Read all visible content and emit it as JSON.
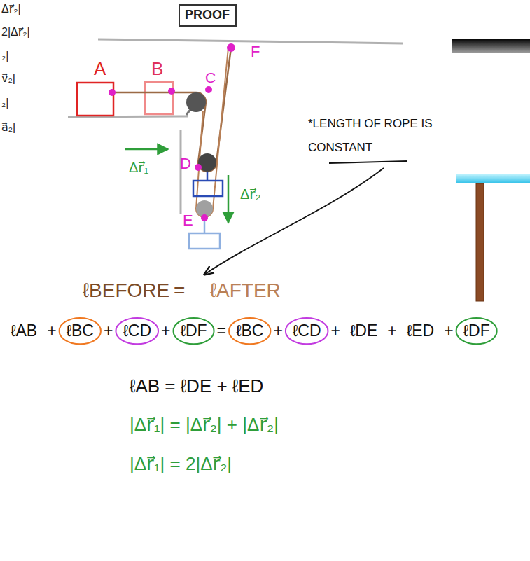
{
  "diagram": {
    "nodes": [
      {
        "text": [
          "PROOF"
        ]
      }
    ],
    "labels": [
      "Δr⃗₂|",
      "2|Δr⃗₂|",
      "₂|",
      "v⃗₂|",
      "₂|",
      "a⃗₂|",
      "A",
      "B",
      "C",
      "D",
      "E",
      "F",
      "Δr⃗₁",
      "Δr⃗₂",
      "*LENGTH OF ROPE IS CONSTANT",
      "ℓBEFORE",
      "=",
      "ℓAFTER",
      "ℓAB",
      "+",
      "ℓBC",
      "+",
      "ℓCD",
      "+",
      "ℓDF",
      "=",
      "ℓBC",
      "+",
      "ℓCD",
      "+",
      "ℓDE",
      "+",
      "ℓED",
      "+",
      "ℓDF",
      "ℓAB = ℓDE + ℓED",
      "|Δr⃗₁| = |Δr⃗₂| + |Δr⃗₂|",
      "|Δr⃗₁| = 2|Δr⃗₂|"
    ]
  }
}
